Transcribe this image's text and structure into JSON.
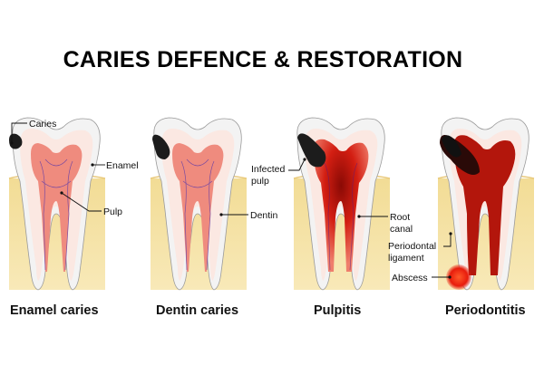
{
  "title": "CARIES DEFENCE & RESTORATION",
  "stages": [
    {
      "caption": "Enamel caries",
      "labels": [
        "Caries",
        "Enamel",
        "Pulp"
      ]
    },
    {
      "caption": "Dentin caries",
      "labels": [
        "Dentin"
      ]
    },
    {
      "caption": "Pulpitis",
      "labels": [
        "Infected",
        "pulp",
        "Root",
        "canal"
      ]
    },
    {
      "caption": "Periodontitis",
      "labels": [
        "Periodontal",
        "ligament",
        "Abscess"
      ]
    }
  ],
  "colors": {
    "bone": "#f6e3a6",
    "enamel": "#f4f4f4",
    "dentin": "#fbe9e4",
    "pulp": "#ef8b7e",
    "decay": "#1c1c1c",
    "infection": "#c81a10",
    "abscess": "#ee2a12"
  }
}
